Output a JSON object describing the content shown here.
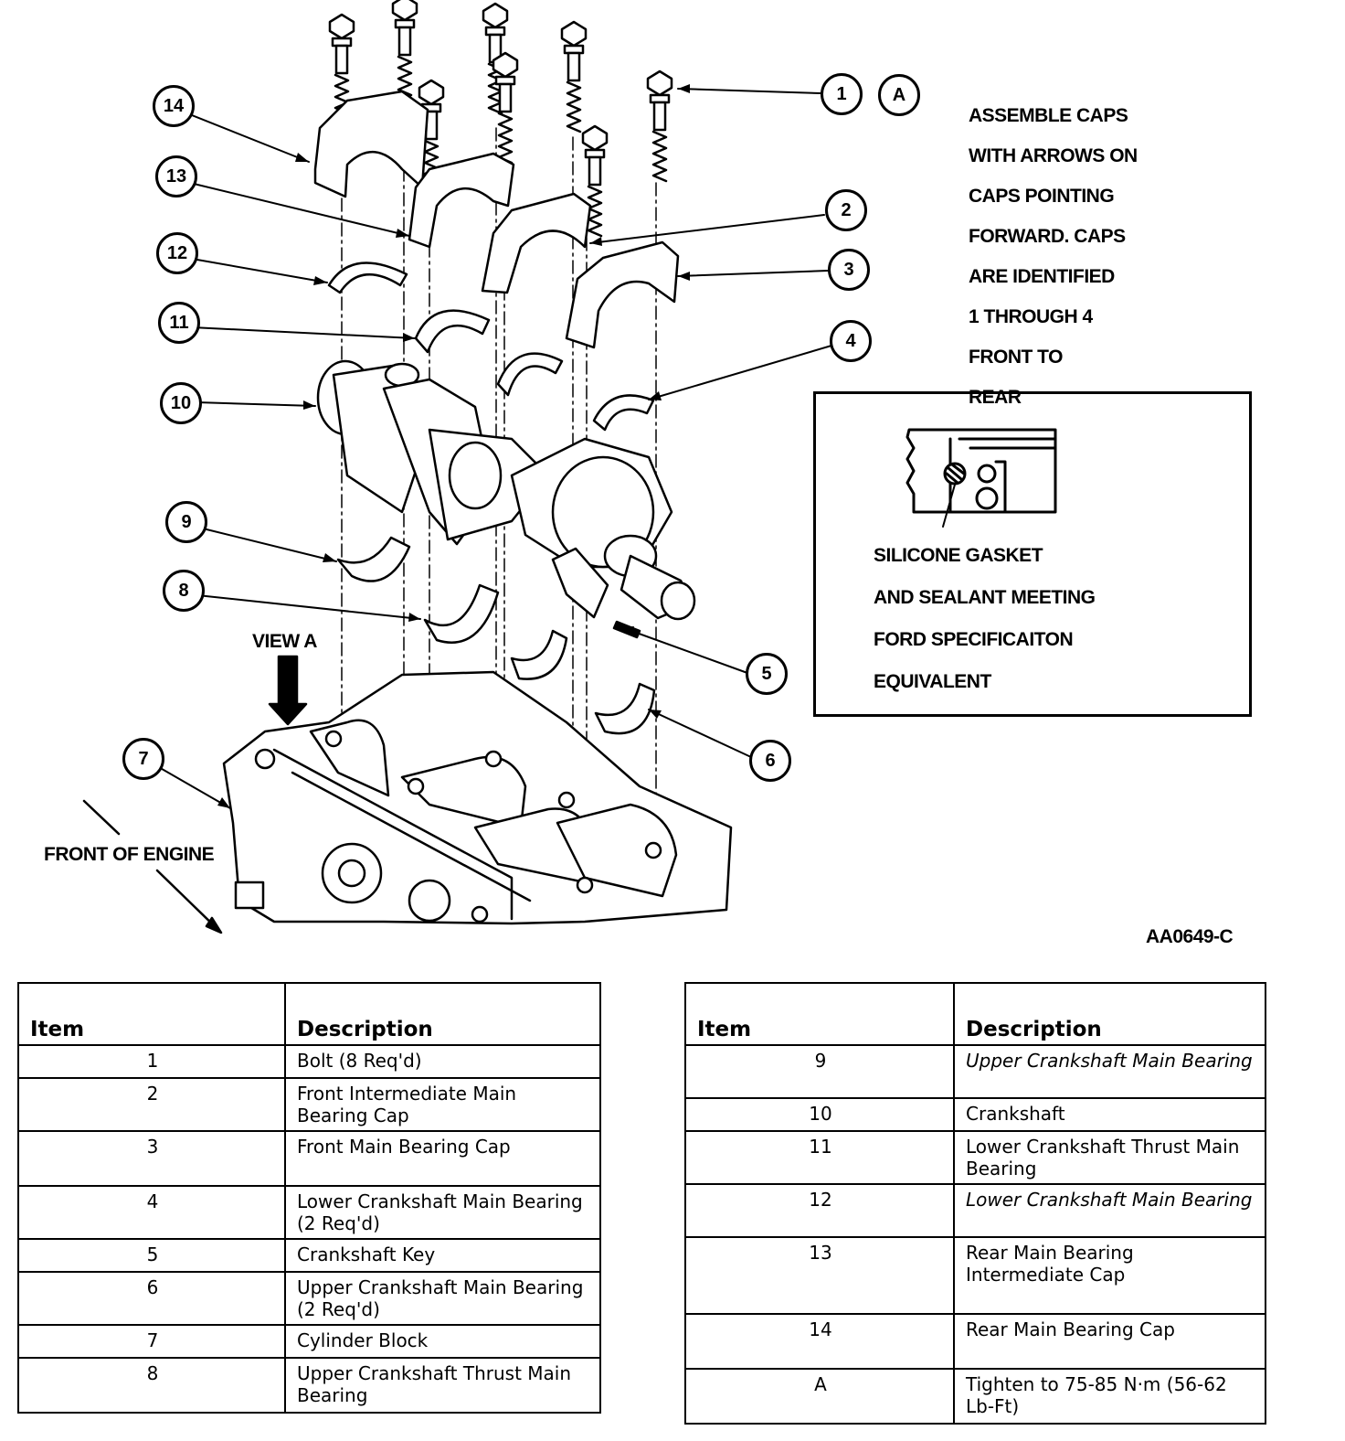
{
  "callouts": [
    "1",
    "2",
    "3",
    "4",
    "5",
    "6",
    "7",
    "8",
    "9",
    "10",
    "11",
    "12",
    "13",
    "14",
    "A"
  ],
  "note": {
    "lines": [
      "ASSEMBLE CAPS",
      "WITH ARROWS ON",
      "CAPS POINTING",
      "FORWARD. CAPS",
      "ARE IDENTIFIED",
      "1 THROUGH 4",
      "FRONT TO",
      "REAR"
    ]
  },
  "inset": {
    "lines": [
      "SILICONE GASKET",
      "AND SEALANT MEETING",
      "FORD SPECIFICAITON",
      "EQUIVALENT"
    ]
  },
  "labels": {
    "view_a": "VIEW A",
    "front_of_engine": "FRONT OF ENGINE",
    "figure_id": "AA0649-C"
  },
  "table_left": {
    "headers": [
      "Item",
      "Description"
    ],
    "rows": [
      {
        "item": "1",
        "desc": "Bolt (8 Req'd)"
      },
      {
        "item": "2",
        "desc": "Front Intermediate Main Bearing Cap"
      },
      {
        "item": "3",
        "desc": "Front Main Bearing Cap"
      },
      {
        "item": "4",
        "desc": "Lower Crankshaft Main Bearing (2 Req'd)"
      },
      {
        "item": "5",
        "desc": "Crankshaft Key"
      },
      {
        "item": "6",
        "desc": "Upper Crankshaft Main Bearing (2 Req'd)"
      },
      {
        "item": "7",
        "desc": "Cylinder Block"
      },
      {
        "item": "8",
        "desc": "Upper Crankshaft Thrust Main Bearing"
      }
    ]
  },
  "table_right": {
    "headers": [
      "Item",
      "Description"
    ],
    "rows": [
      {
        "item": "9",
        "desc": "Upper Crankshaft Main Bearing"
      },
      {
        "item": "10",
        "desc": "Crankshaft"
      },
      {
        "item": "11",
        "desc": "Lower Crankshaft Thrust Main Bearing"
      },
      {
        "item": "12",
        "desc": "Lower Crankshaft Main Bearing"
      },
      {
        "item": "13",
        "desc": "Rear Main Bearing Intermediate Cap"
      },
      {
        "item": "14",
        "desc": "Rear Main Bearing Cap"
      },
      {
        "item": "A",
        "desc": "Tighten to 75-85 N·m (56-62 Lb-Ft)"
      }
    ]
  }
}
